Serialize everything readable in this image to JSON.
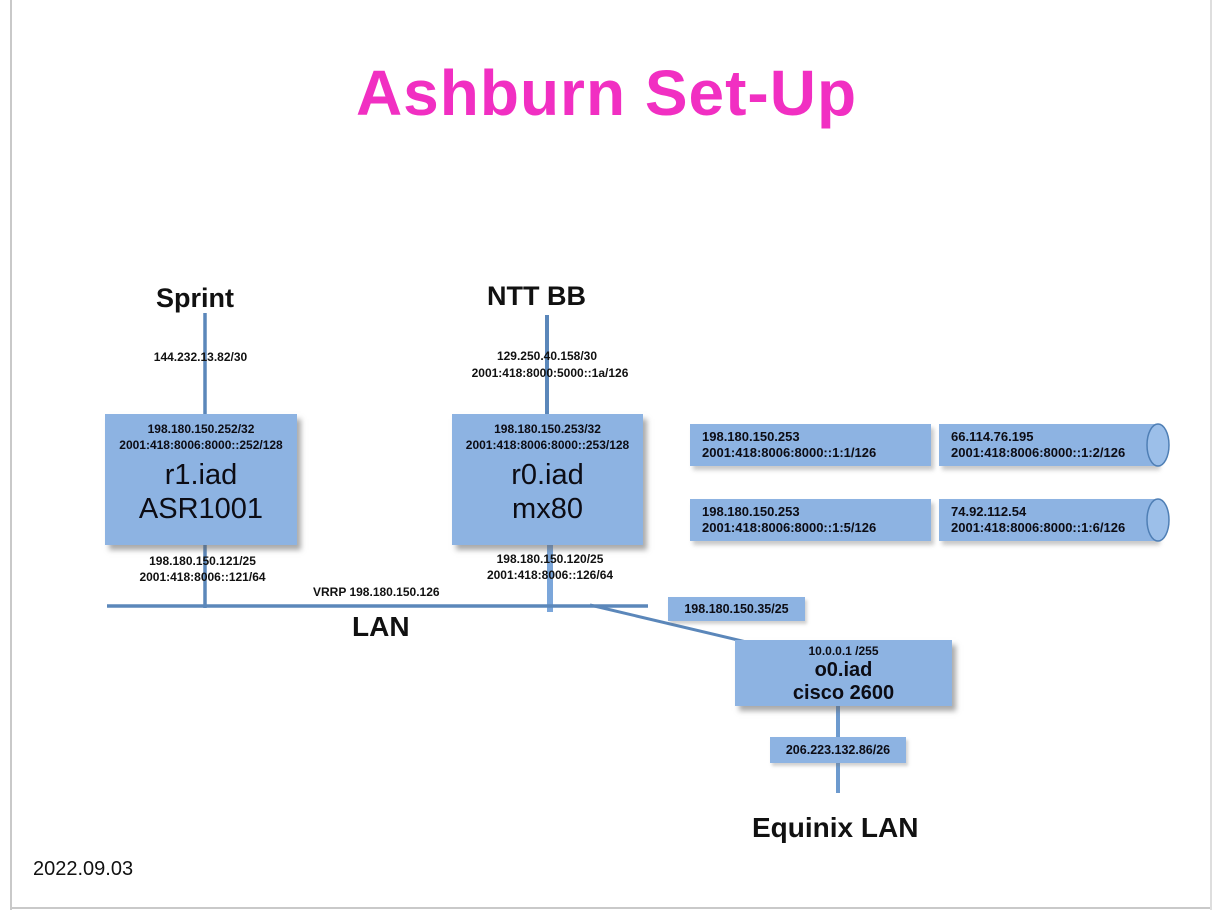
{
  "title": "Ashburn Set-Up",
  "date": "2022.09.03",
  "providers": {
    "sprint": {
      "name": "Sprint",
      "link_v4": "144.232.13.82/30"
    },
    "ntt": {
      "name": "NTT BB",
      "link_v4": "129.250.40.158/30",
      "link_v6": "2001:418:8000:5000::1a/126"
    }
  },
  "routers": {
    "r1": {
      "loopback_v4": "198.180.150.252/32",
      "loopback_v6": "2001:418:8006:8000::252/128",
      "name": "r1.iad",
      "model": "ASR1001",
      "lan_v4": "198.180.150.121/25",
      "lan_v6": "2001:418:8006::121/64"
    },
    "r0": {
      "loopback_v4": "198.180.150.253/32",
      "loopback_v6": "2001:418:8006:8000::253/128",
      "name": "r0.iad",
      "model": "mx80",
      "lan_v4": "198.180.150.120/25",
      "lan_v6": "2001:418:8006::126/64"
    }
  },
  "lan": {
    "label": "LAN",
    "vrrp": "VRRP 198.180.150.126",
    "spur": "198.180.150.35/25"
  },
  "tunnels": [
    {
      "left_v4": "198.180.150.253",
      "left_v6": "2001:418:8006:8000::1:1/126",
      "right_v4": "66.114.76.195",
      "right_v6": "2001:418:8006:8000::1:2/126"
    },
    {
      "left_v4": "198.180.150.253",
      "left_v6": "2001:418:8006:8000::1:5/126",
      "right_v4": "74.92.112.54",
      "right_v6": "2001:418:8006:8000::1:6/126"
    }
  ],
  "oob": {
    "mgmt": "10.0.0.1 /255",
    "name": "o0.iad",
    "model": "cisco 2600",
    "link": "206.223.132.86/26",
    "lan_label": "Equinix LAN"
  },
  "colors": {
    "title": "#f12fc2",
    "box_fill": "#8db3e2",
    "line": "#5b87ba"
  }
}
